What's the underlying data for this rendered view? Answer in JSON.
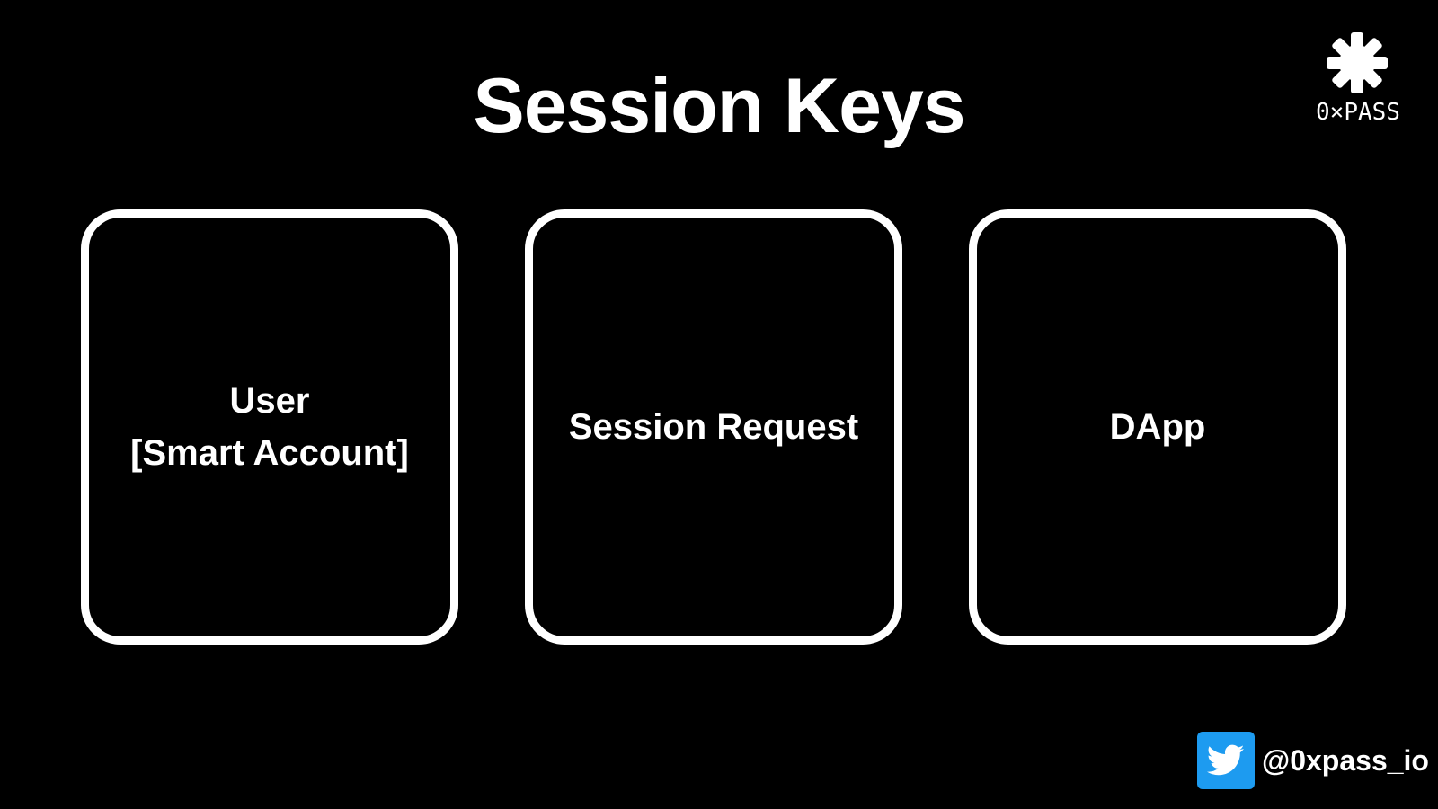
{
  "slide": {
    "title": "Session Keys"
  },
  "logo": {
    "icon": "asterisk-logo-icon",
    "text": "0×PASS"
  },
  "cards": [
    {
      "label": "User\n[Smart Account]"
    },
    {
      "label": "Session Request"
    },
    {
      "label": "DApp"
    }
  ],
  "social": {
    "icon": "twitter-icon",
    "handle": "@0xpass_io",
    "icon_color": "#1d9bf0"
  },
  "colors": {
    "background": "#000000",
    "foreground": "#ffffff"
  }
}
